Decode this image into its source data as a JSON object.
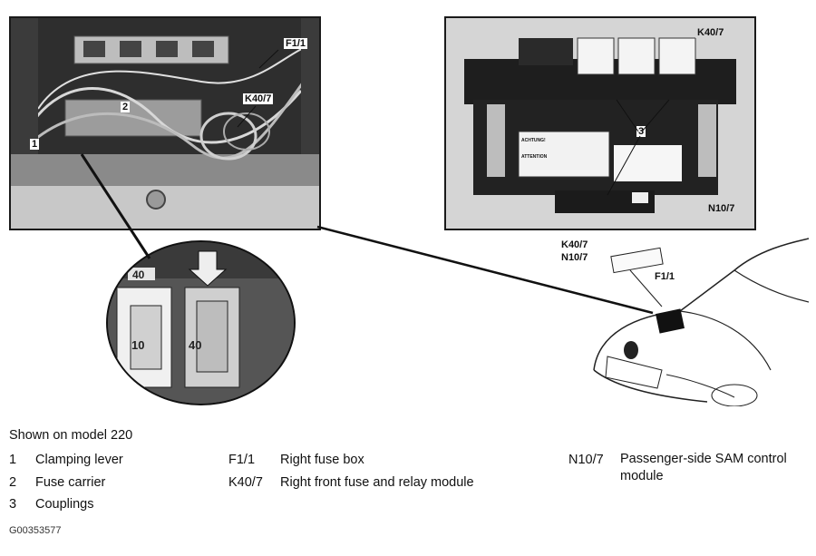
{
  "callouts": {
    "engine": {
      "f1_1": "F1/1",
      "k40_7": "K40/7",
      "n2": "2",
      "n1": "1"
    },
    "module": {
      "k40_7": "K40/7",
      "n3": "3",
      "n10_7": "N10/7"
    },
    "car": {
      "k40_7": "K40/7",
      "n10_7": "N10/7",
      "f1_1": "F1/1"
    },
    "closeup": {
      "fuse_left": "10",
      "fuse_right": "40",
      "slot_label": "40"
    },
    "sticker": {
      "heading": "ACHTUNG!",
      "sub": "ATTENTION"
    }
  },
  "caption": "Shown on model 220",
  "legend": {
    "col1": [
      {
        "key": "1",
        "label": "Clamping lever"
      },
      {
        "key": "2",
        "label": "Fuse carrier"
      },
      {
        "key": "3",
        "label": "Couplings"
      }
    ],
    "col2": [
      {
        "key": "F1/1",
        "label": "Right fuse box"
      },
      {
        "key": "K40/7",
        "label": "Right front fuse and relay module"
      }
    ],
    "col3": [
      {
        "key": "N10/7",
        "label": "Passenger-side SAM control module"
      }
    ]
  },
  "figure_id": "G00353577"
}
